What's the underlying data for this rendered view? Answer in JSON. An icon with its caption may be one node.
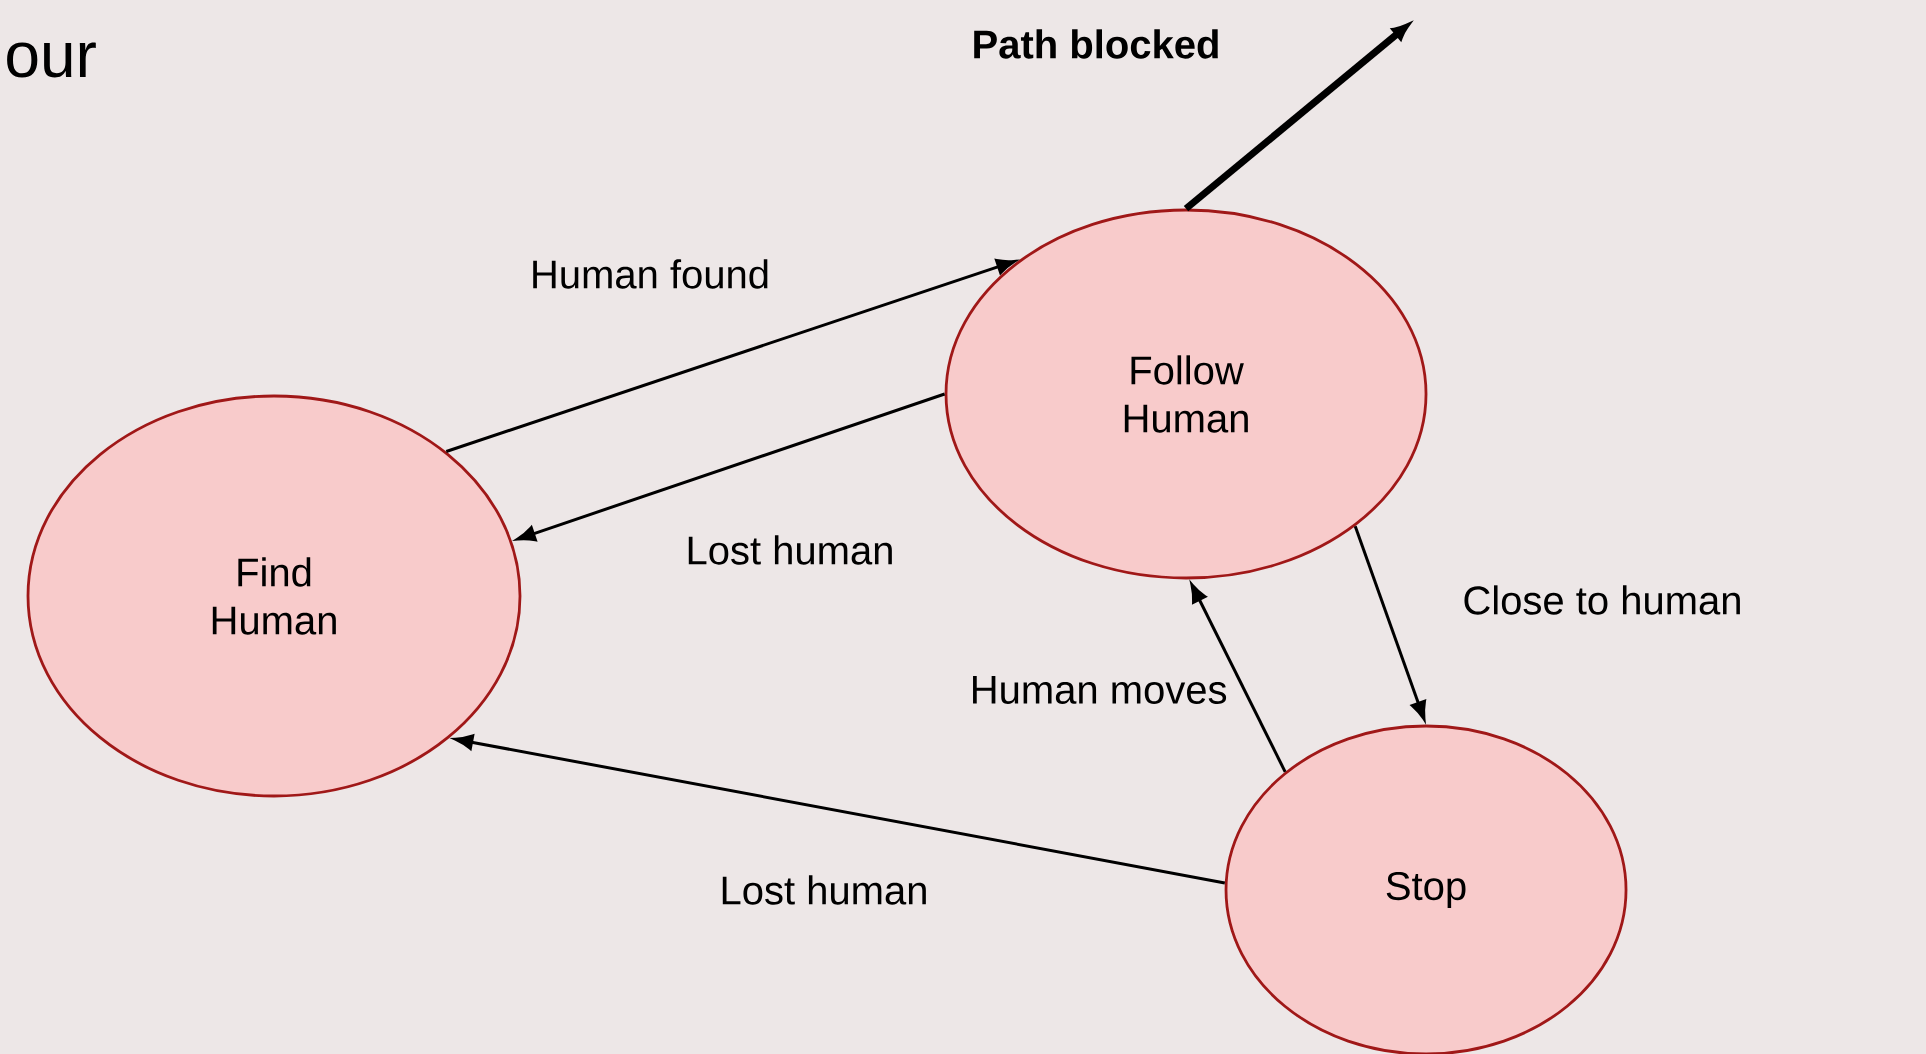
{
  "diagram": {
    "nodes": [
      {
        "text": [
          "Find Human"
        ]
      },
      {
        "text": [
          "Follow Human"
        ]
      },
      {
        "text": [
          "Stop"
        ]
      }
    ],
    "edges": [
      {
        "from": 0,
        "to": 1,
        "arrow": "to",
        "label": "Human found"
      },
      {
        "from": 1,
        "to": 0,
        "arrow": "to",
        "label": "Lost human"
      },
      {
        "from": 1,
        "to": 2,
        "arrow": "to",
        "label": "Close to human"
      },
      {
        "from": 2,
        "to": 1,
        "arrow": "to",
        "label": "Human moves"
      },
      {
        "from": 2,
        "to": 0,
        "arrow": "to",
        "label": "Lost human"
      },
      {
        "from": 1,
        "to": null,
        "arrow": "to",
        "label": "Path blocked",
        "style": "thick"
      }
    ],
    "labels": [
      "our"
    ]
  }
}
